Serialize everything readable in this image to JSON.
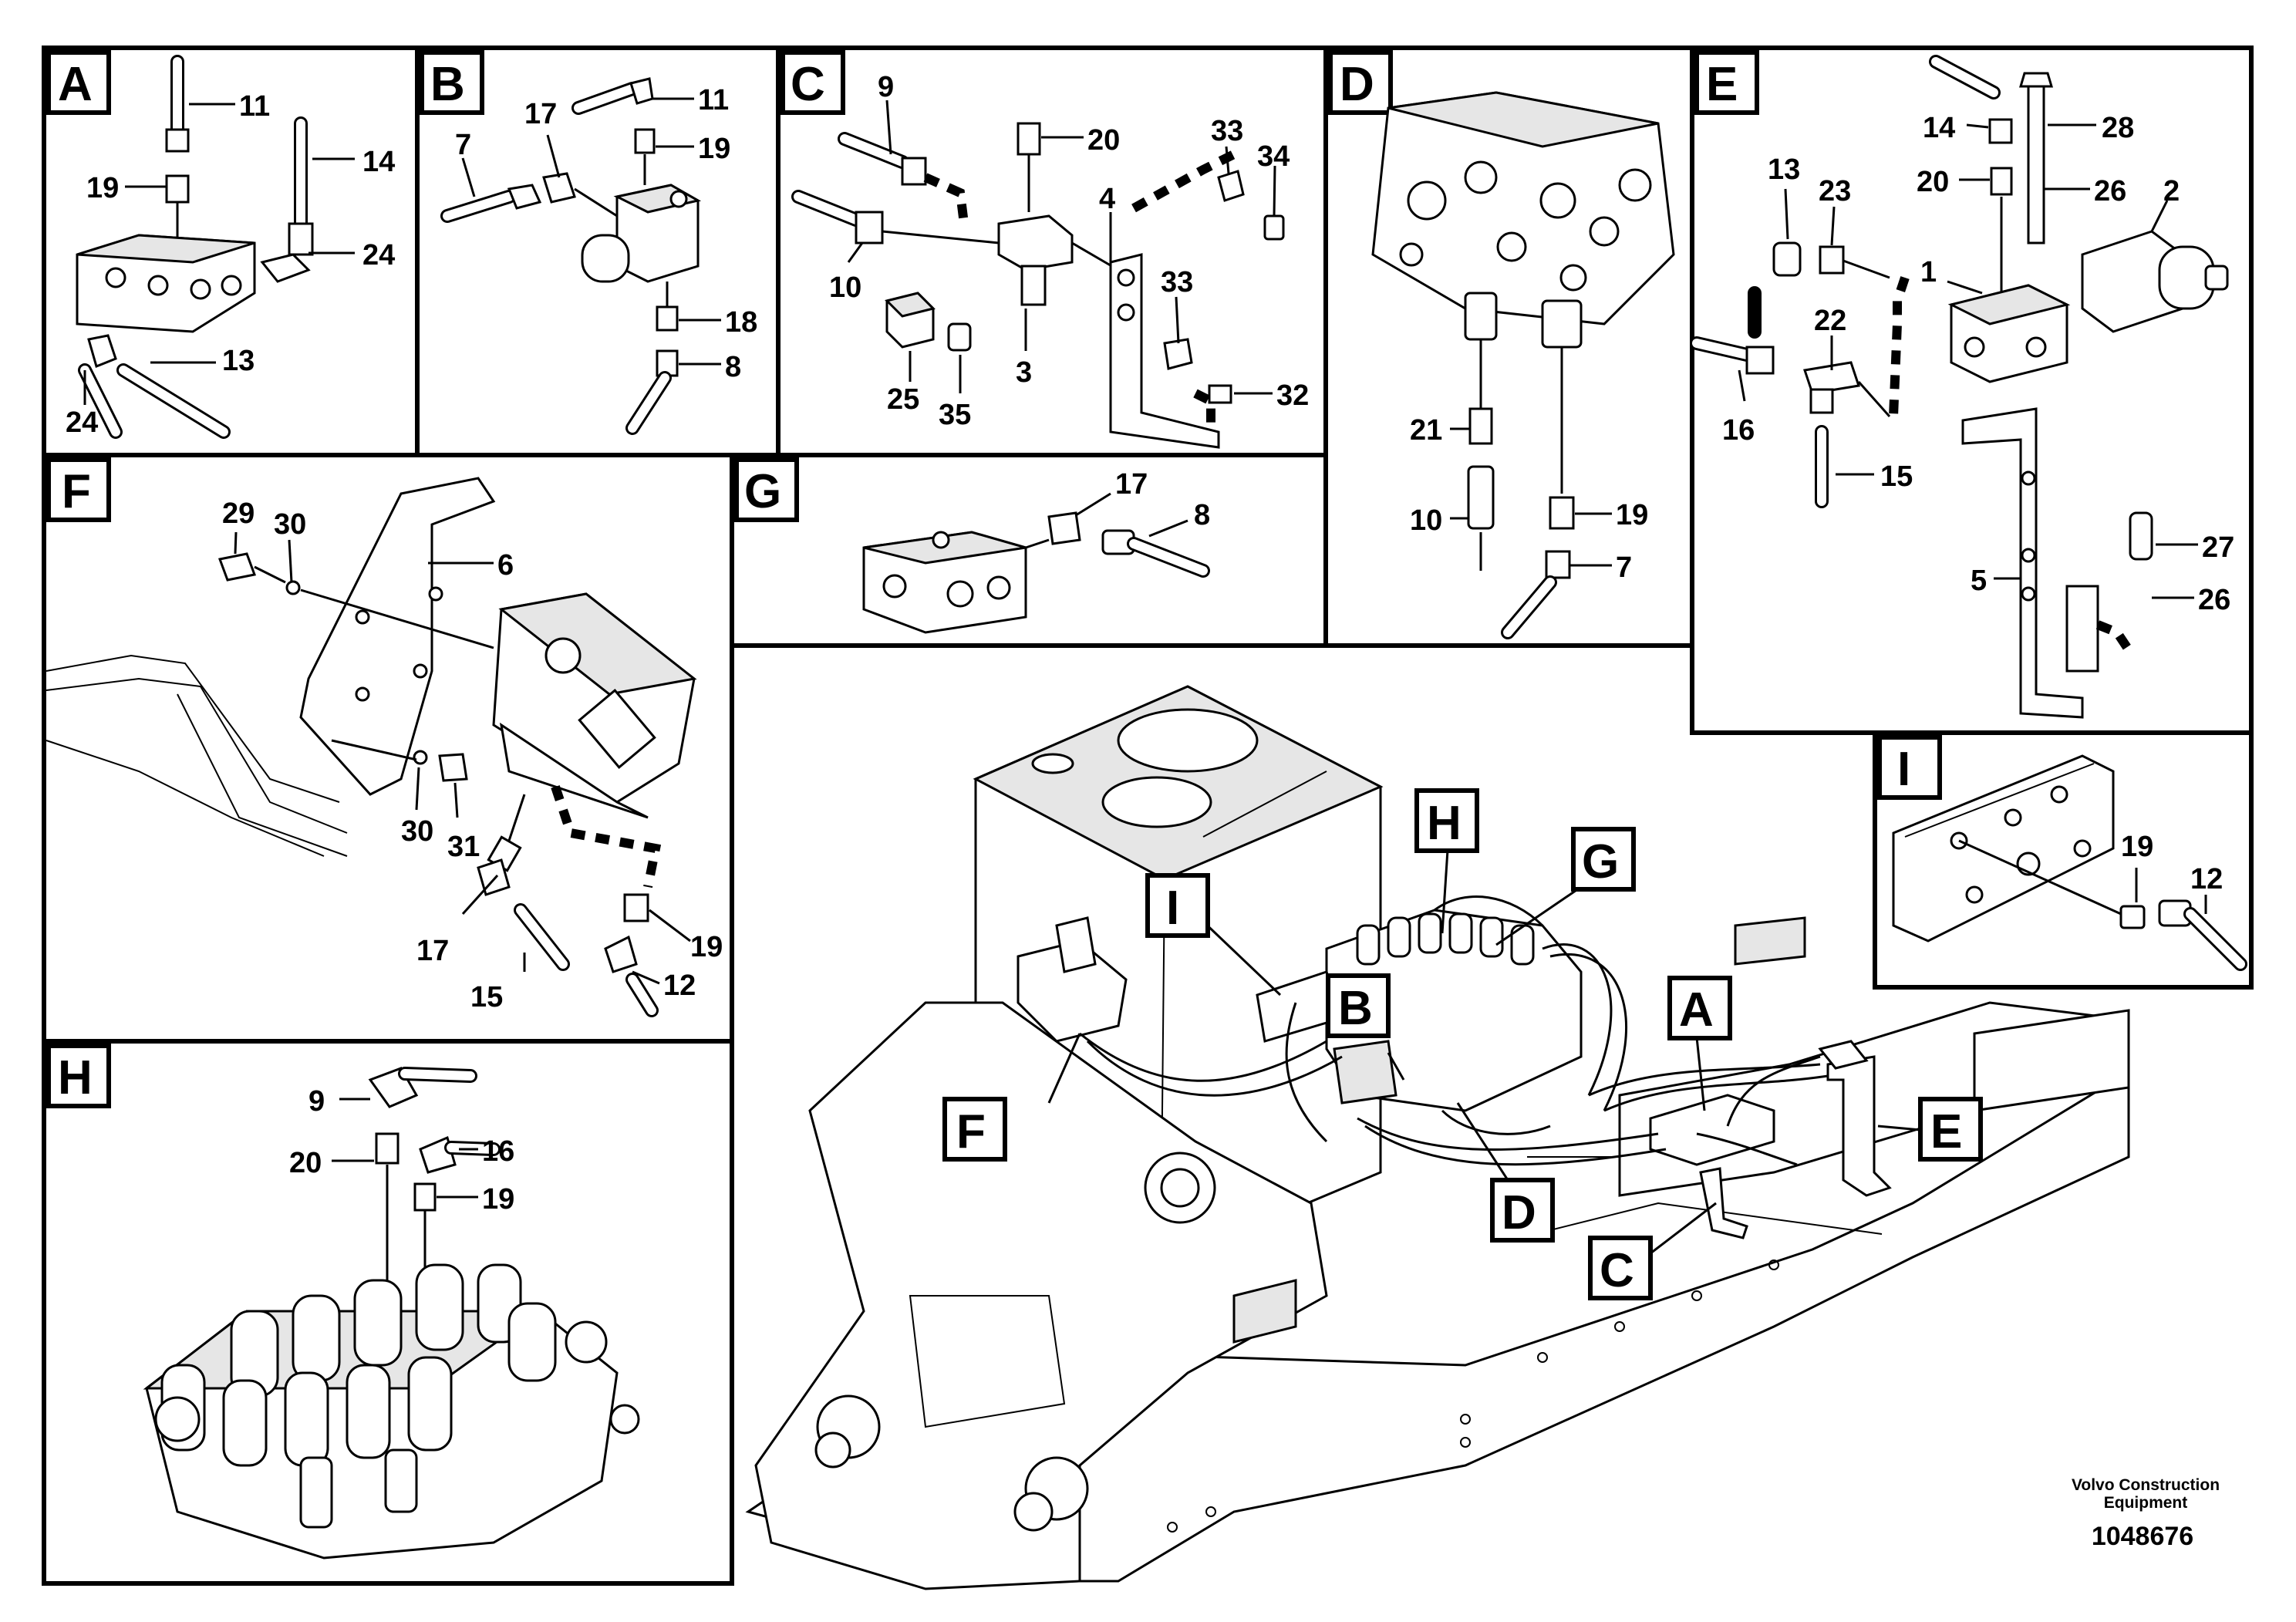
{
  "panels": [
    {
      "id": "A",
      "parts": [
        "11",
        "19",
        "14",
        "24",
        "13",
        "24"
      ]
    },
    {
      "id": "B",
      "parts": [
        "11",
        "17",
        "19",
        "7",
        "18",
        "8"
      ]
    },
    {
      "id": "C",
      "parts": [
        "9",
        "20",
        "33",
        "34",
        "4",
        "33",
        "10",
        "3",
        "25",
        "35",
        "32"
      ]
    },
    {
      "id": "D",
      "parts": [
        "21",
        "10",
        "19",
        "7"
      ]
    },
    {
      "id": "E",
      "parts": [
        "14",
        "28",
        "20",
        "26",
        "13",
        "23",
        "2",
        "1",
        "22",
        "16",
        "15",
        "27",
        "5",
        "26"
      ]
    },
    {
      "id": "F",
      "parts": [
        "29",
        "30",
        "6",
        "30",
        "31",
        "17",
        "19",
        "15",
        "12"
      ]
    },
    {
      "id": "G",
      "parts": [
        "17",
        "8"
      ]
    },
    {
      "id": "H",
      "parts": [
        "9",
        "16",
        "20",
        "19"
      ]
    },
    {
      "id": "I",
      "parts": [
        "19",
        "12"
      ]
    }
  ],
  "overview_callouts": [
    "H",
    "G",
    "I",
    "B",
    "A",
    "F",
    "E",
    "D",
    "C"
  ],
  "footer": {
    "credit_line1": "Volvo Construction",
    "credit_line2": "Equipment",
    "doc_number": "1048676"
  }
}
